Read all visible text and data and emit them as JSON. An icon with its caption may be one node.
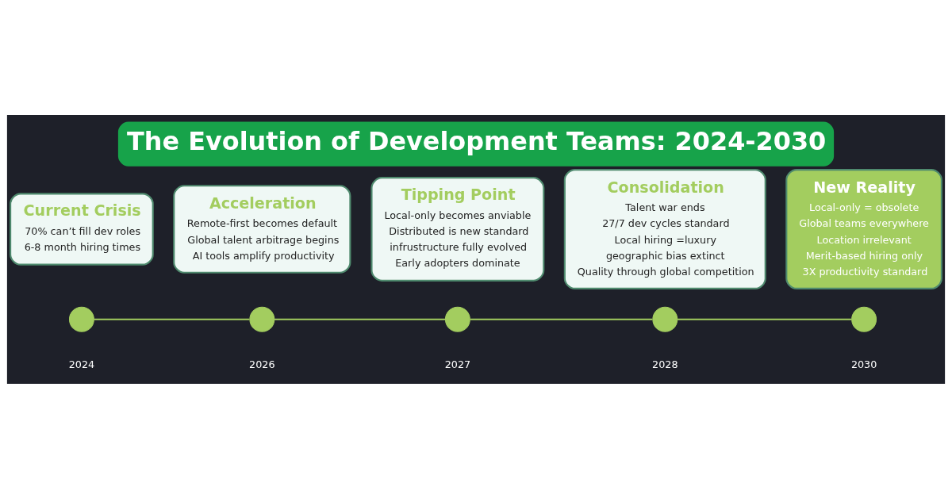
{
  "diagram": {
    "title": "The Evolution of Development Teams: 2024-2030",
    "nodes": [
      {
        "text": [
          "Current Crisis",
          "70% can’t fill dev roles",
          "6-8 month hiring times"
        ]
      },
      {
        "text": [
          "Acceleration",
          "Remote-first becomes default",
          "Global talent arbitrage begins",
          "AI tools amplify productivity"
        ]
      },
      {
        "text": [
          "Tipping Point",
          "Local-only becomes anviable",
          "Distributed is new standard",
          "infrustructure fully evolved",
          "Early adopters dominate"
        ]
      },
      {
        "text": [
          "Consolidation",
          "Talent war ends",
          "27/7 dev cycles standard",
          "Local hiring =luxury",
          "geographic bias extinct",
          "Quality through global competition"
        ]
      },
      {
        "text": [
          "New Reality",
          "Local-only = obsolete",
          "Global teams everywhere",
          "Location irrelevant",
          "Merit-based hiring only",
          "3X productivity standard"
        ]
      },
      {
        "text": [],
        "shape": "circle",
        "beside": [
          "2024"
        ]
      },
      {
        "text": [],
        "shape": "circle",
        "beside": [
          "2026"
        ]
      },
      {
        "text": [],
        "shape": "circle",
        "beside": [
          "2027"
        ]
      },
      {
        "text": [],
        "shape": "circle",
        "beside": [
          "2028"
        ]
      },
      {
        "text": [],
        "shape": "circle",
        "beside": [
          "2030"
        ]
      }
    ],
    "edges": [
      {
        "from": 5,
        "to": 6,
        "arrow": "none"
      },
      {
        "from": 6,
        "to": 7,
        "arrow": "none"
      },
      {
        "from": 7,
        "to": 8,
        "arrow": "none"
      },
      {
        "from": 8,
        "to": 9,
        "arrow": "none"
      }
    ]
  }
}
